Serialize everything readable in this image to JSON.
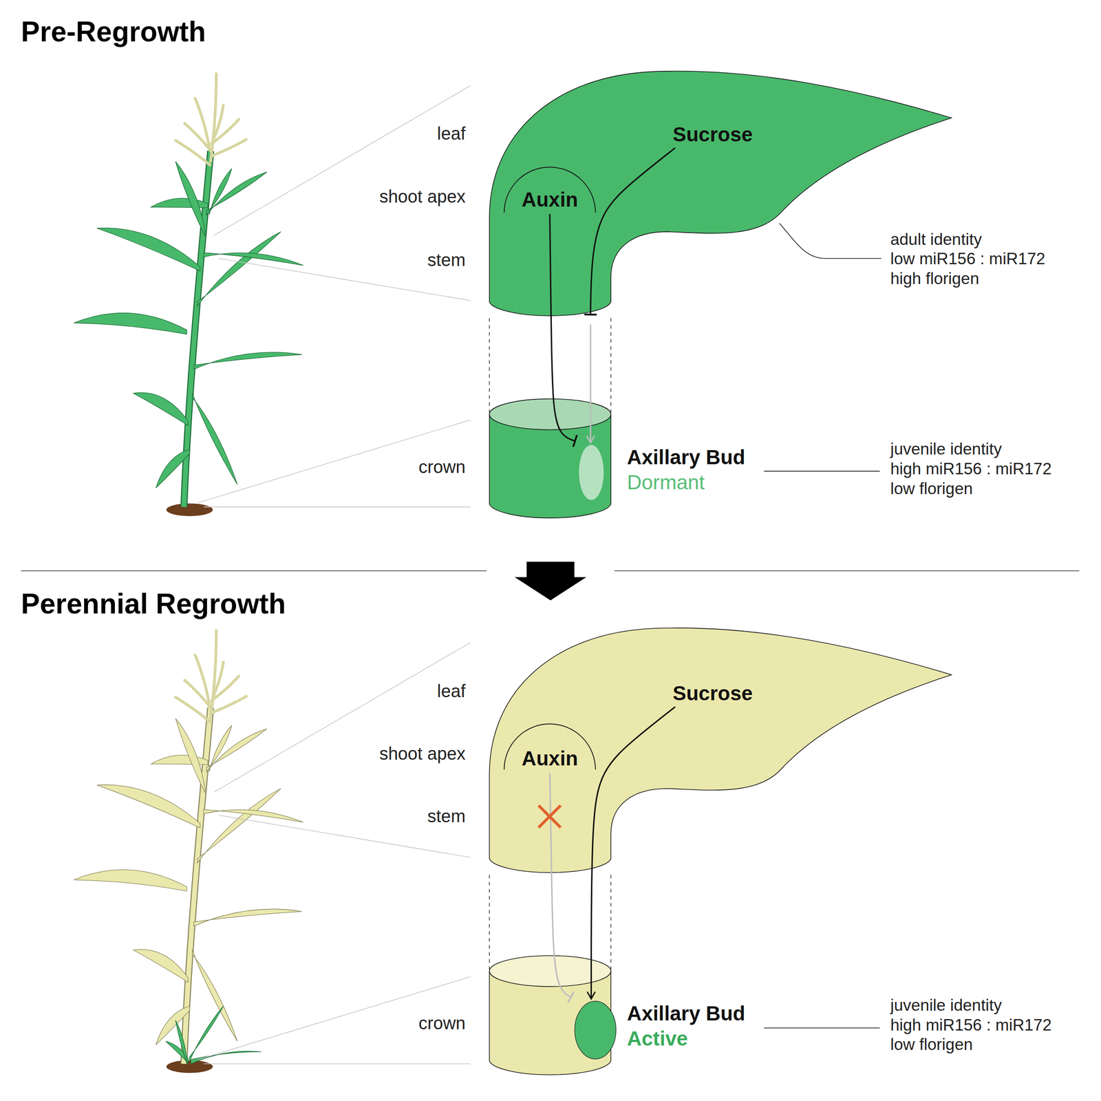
{
  "diagram": {
    "nodes": [
      {
        "text": [
          "Auxin"
        ]
      },
      {
        "text": [
          "Sucrose"
        ]
      },
      {
        "text": [
          "Axillary Bud",
          "Dormant"
        ]
      },
      {
        "text": [
          "Auxin"
        ]
      },
      {
        "text": [
          "Sucrose"
        ]
      },
      {
        "text": [
          "Axillary Bud",
          "Active"
        ]
      }
    ],
    "edges": [
      {
        "from": 0,
        "to": 2,
        "arrow": "to"
      },
      {
        "from": 1,
        "to": 2,
        "arrow": "to"
      },
      {
        "from": 3,
        "to": 5,
        "arrow": "to"
      },
      {
        "from": 4,
        "to": 5,
        "arrow": "to"
      }
    ],
    "labels": [
      "Pre-Regrowth",
      "leaf",
      "shoot apex",
      "stem",
      "crown",
      "adult identity",
      "low miR156 : miR172",
      "high florigen",
      "juvenile identity",
      "high miR156 : miR172",
      "low florigen",
      "Perennial Regrowth",
      "leaf",
      "shoot apex",
      "stem",
      "crown",
      "juvenile identity",
      "high miR156 : miR172",
      "low florigen"
    ]
  }
}
